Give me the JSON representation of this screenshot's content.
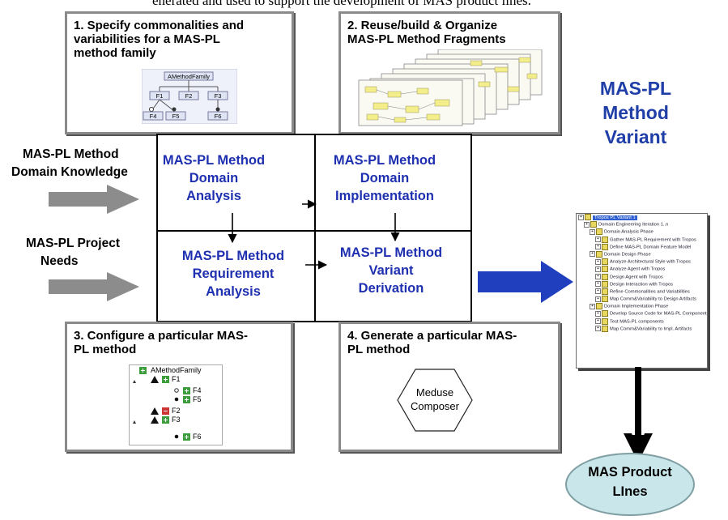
{
  "top_text": "enerated and used to support the  development of MAS product lines.",
  "panels": {
    "p1": {
      "title_lines": [
        "1. Specify commonalities and",
        "variabilities for a MAS-PL",
        "method family"
      ]
    },
    "p2": {
      "title_lines": [
        "2. Reuse/build & Organize",
        "MAS-PL Method Fragments"
      ]
    },
    "p3": {
      "title_lines": [
        "3. Configure a particular MAS-",
        "PL method"
      ]
    },
    "p4": {
      "title_lines": [
        "4. Generate a particular MAS-",
        "PL method"
      ]
    }
  },
  "feature_model": {
    "root": "AMethodFamily",
    "level1": [
      "F1",
      "F2",
      "F3"
    ],
    "level2": [
      "F4",
      "F5",
      "F6"
    ]
  },
  "config_tree": {
    "root": "AMethodFamily",
    "items": [
      "F1",
      "F4",
      "F5",
      "F2",
      "F3",
      "F6"
    ]
  },
  "composer": {
    "line1": "Meduse",
    "line2": "Composer"
  },
  "inputs": {
    "knowledge": [
      "MAS-PL Method",
      "Domain Knowledge"
    ],
    "needs": [
      "MAS-PL Project",
      "Needs"
    ]
  },
  "cells": {
    "domain_analysis": [
      "MAS-PL Method",
      "Domain",
      "Analysis"
    ],
    "domain_implementation": [
      "MAS-PL Method",
      "Domain",
      "Implementation"
    ],
    "requirement_analysis": [
      "MAS-PL Method",
      "Requirement",
      "Analysis"
    ],
    "variant_derivation": [
      "MAS-PL Method",
      "Variant",
      "Derivation"
    ]
  },
  "variant_title": [
    "MAS-PL",
    "Method",
    "Variant"
  ],
  "variant_tree": [
    {
      "label": "Tropos PL Variant 1",
      "indent": 0,
      "selected": true
    },
    {
      "label": "Domain Engineering Iteration 1..n",
      "indent": 1
    },
    {
      "label": "Domain Analysis Phase",
      "indent": 2
    },
    {
      "label": "Gather MAS-PL Requirement with Tropos",
      "indent": 3
    },
    {
      "label": "Define MAS-PL Domain Feature Model",
      "indent": 3
    },
    {
      "label": "Domain Design Phase",
      "indent": 2
    },
    {
      "label": "Analyze Architectural Style with Tropos",
      "indent": 3
    },
    {
      "label": "Analyze Agent with Tropos",
      "indent": 3
    },
    {
      "label": "Design Agent with Tropos",
      "indent": 3
    },
    {
      "label": "Design Interaction with Tropos",
      "indent": 3
    },
    {
      "label": "Refine Commonalities and Variabilities",
      "indent": 3
    },
    {
      "label": "Map Comm&Variability to Design Artifacts",
      "indent": 3
    },
    {
      "label": "Domain Implementation Phase",
      "indent": 2
    },
    {
      "label": "Develop Source Code for MAS-PL Components",
      "indent": 3
    },
    {
      "label": "Test MAS-PL components",
      "indent": 3
    },
    {
      "label": "Map Comm&Variability to Impl. Artifacts",
      "indent": 3
    }
  ],
  "product_lines": [
    "MAS Product",
    "LInes"
  ],
  "colors": {
    "blue_text": "#1e2fb0",
    "arrow_grey": "#8c8c8c",
    "arrow_blue": "#1f3fbf",
    "ellipse_fill": "#c9e7ea"
  }
}
